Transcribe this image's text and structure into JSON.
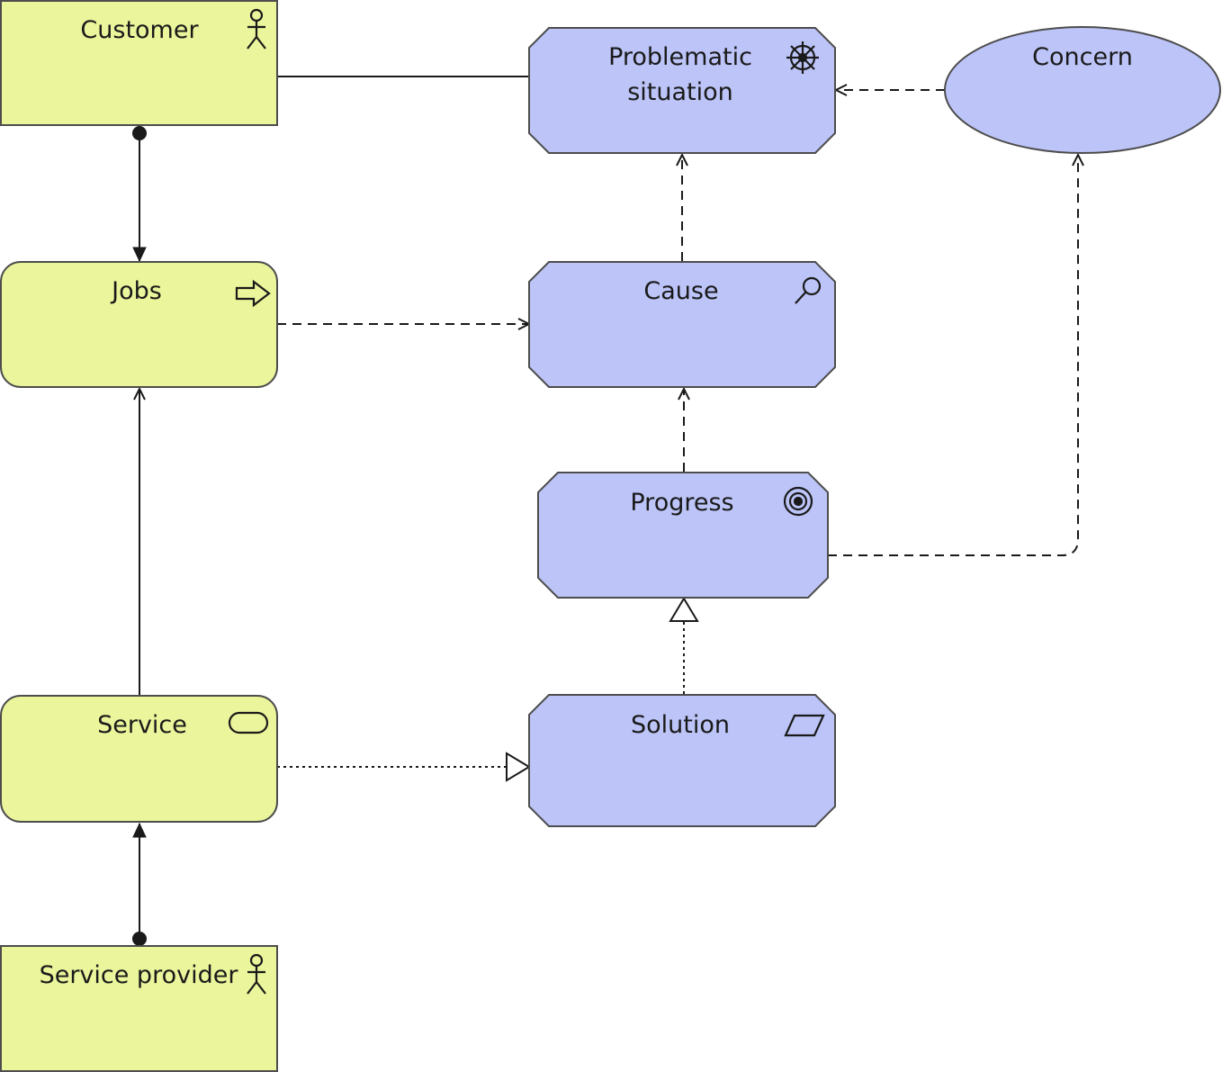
{
  "nodes": {
    "customer": "Customer",
    "jobs": "Jobs",
    "service": "Service",
    "service_provider": "Service provider",
    "problematic_situation_line1": "Problematic",
    "problematic_situation_line2": "situation",
    "cause": "Cause",
    "progress": "Progress",
    "solution": "Solution",
    "concern": "Concern"
  },
  "colors": {
    "business_layer_fill": "#ebf59b",
    "motivation_layer_fill": "#bcc4f8",
    "stroke": "#4d4d4d"
  },
  "icons": {
    "customer": "actor-icon",
    "jobs": "process-arrow-icon",
    "service": "service-icon",
    "service_provider": "actor-icon",
    "problematic_situation": "driver-icon",
    "cause": "assessment-icon",
    "progress": "goal-icon",
    "solution": "requirement-icon"
  }
}
